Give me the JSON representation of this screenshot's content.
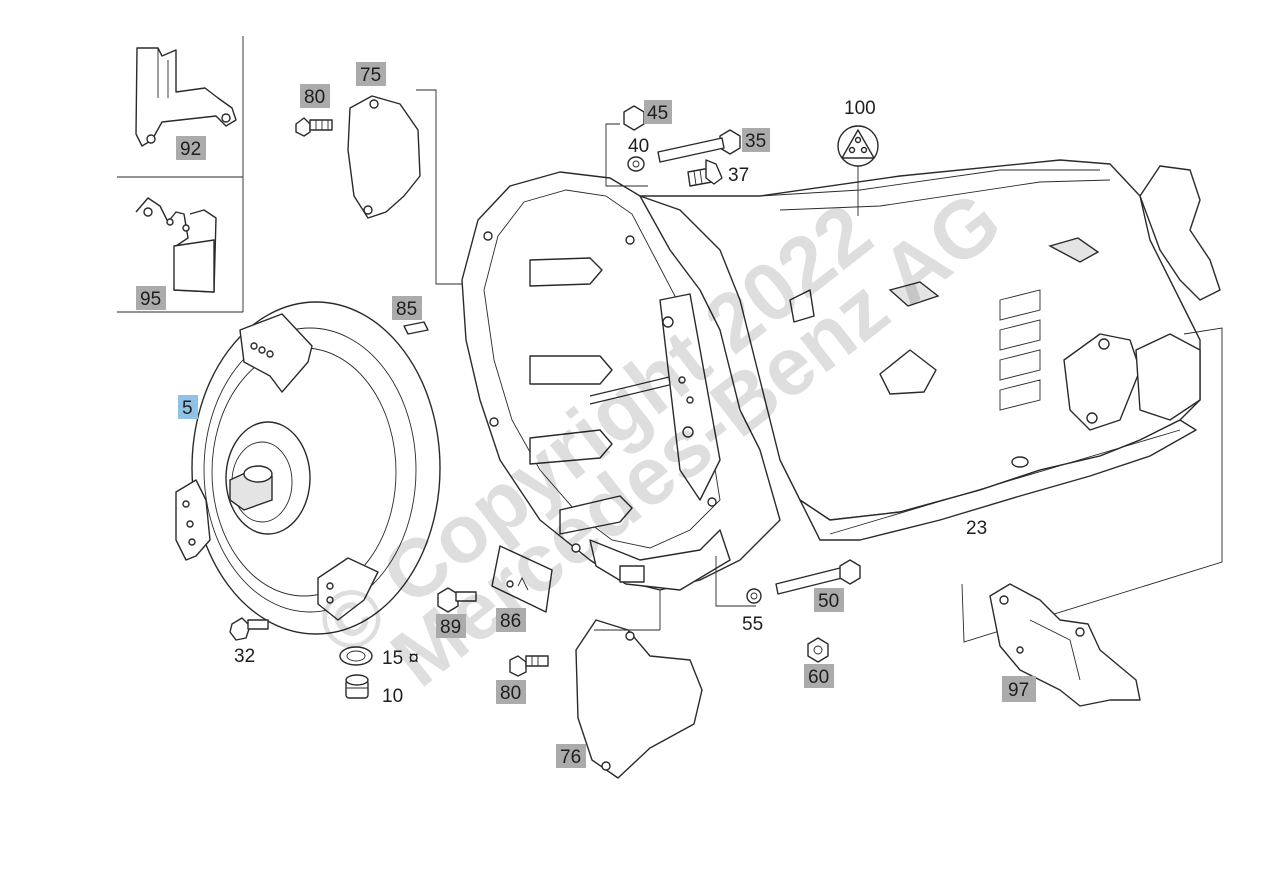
{
  "labels": {
    "p5": "5",
    "p10": "10",
    "p15": "15 ¤",
    "p23": "23",
    "p32": "32",
    "p35": "35",
    "p37": "37",
    "p40": "40",
    "p45": "45",
    "p50": "50",
    "p55": "55",
    "p60": "60",
    "p75": "75",
    "p76": "76",
    "p80a": "80",
    "p80b": "80",
    "p85": "85",
    "p86": "86",
    "p89": "89",
    "p92": "92",
    "p95": "95",
    "p97": "97",
    "p100": "100"
  },
  "watermark": {
    "line1": "© Copyright 2022",
    "line2": "Mercedes-Benz AG"
  },
  "colors": {
    "label_highlight": "#ababab",
    "selected_highlight": "#8ec3e6",
    "line": "#2a2a2a"
  }
}
